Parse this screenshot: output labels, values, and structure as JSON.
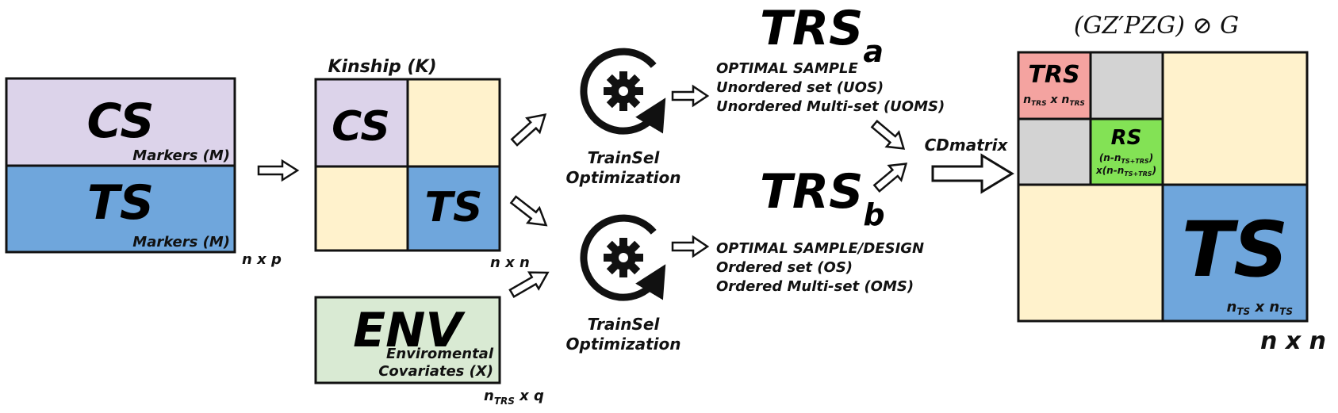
{
  "colors": {
    "cs": "#dcd3ea",
    "ts": "#6fa6dc",
    "env": "#d9ead3",
    "offdiag": "#fff2cc",
    "trs": "#f4a3a0",
    "rs": "#83e255",
    "gray": "#d3d3d3",
    "stroke": "#111111"
  },
  "markers_matrix": {
    "cs_label": "CS",
    "cs_sub": "Markers (M)",
    "ts_label": "TS",
    "ts_sub": "Markers (M)",
    "dims": "n x p"
  },
  "kinship_matrix": {
    "title": "Kinship (K)",
    "cs_label": "CS",
    "ts_label": "TS",
    "dims": "n x n"
  },
  "env_matrix": {
    "label": "ENV",
    "sub_line1": "Enviromental",
    "sub_line2": "Covariates (X)",
    "dims_main": "n",
    "dims_sub": "TRS",
    "dims_tail": " x q"
  },
  "optimization_top": {
    "icon": "gear-cycle-icon",
    "line1": "TrainSel",
    "line2": "Optimization"
  },
  "optimization_bottom": {
    "icon": "gear-cycle-icon",
    "line1": "TrainSel",
    "line2": "Optimization"
  },
  "trs_a": {
    "title_main": "TRS",
    "title_sub": "a",
    "line1": "OPTIMAL SAMPLE",
    "line2": "Unordered set (UOS)",
    "line3": "Unordered Multi-set (UOMS)"
  },
  "trs_b": {
    "title_main": "TRS",
    "title_sub": "b",
    "line1": "OPTIMAL SAMPLE/DESIGN",
    "line2": "Ordered set (OS)",
    "line3": "Ordered Multi-set (OMS)"
  },
  "cdmatrix_label": "CDmatrix",
  "result_matrix": {
    "formula": "(GZ′PZG) ⊘ G",
    "trs_label": "TRS",
    "trs_dim_a": "n",
    "trs_dim_a_sub": "TRS",
    "trs_dim_x": " x ",
    "trs_dim_b": "n",
    "trs_dim_b_sub": "TRS",
    "rs_label": "RS",
    "rs_line1_a": "(n-n",
    "rs_line1_sub": "TS+TRS",
    "rs_line1_b": ")",
    "rs_line2_a": "x(n-n",
    "rs_line2_sub": "TS+TRS",
    "rs_line2_b": ")",
    "ts_label": "TS",
    "ts_dim_a": "n",
    "ts_dim_a_sub": "TS",
    "ts_dim_x": " x ",
    "ts_dim_b": "n",
    "ts_dim_b_sub": "TS",
    "dims": "n x n"
  }
}
